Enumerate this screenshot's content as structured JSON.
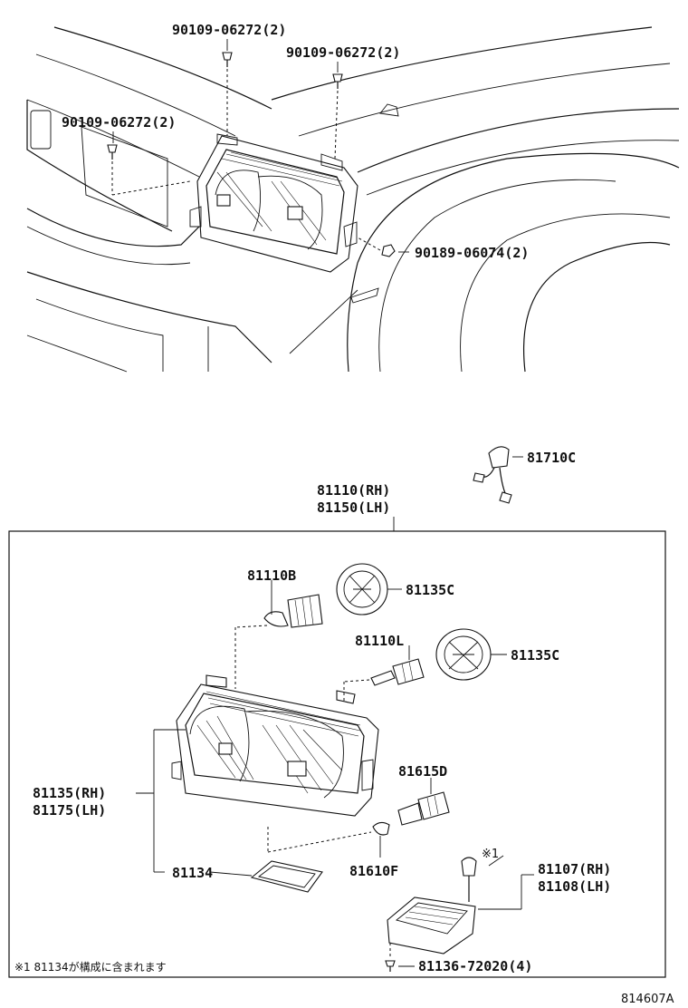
{
  "labels": {
    "bolt_a": "90109-06272(2)",
    "bolt_b": "90109-06272(2)",
    "bolt_c": "90109-06272(2)",
    "nut": "90189-06074(2)",
    "wire": "81710C",
    "assy_rh": "81110(RH)",
    "assy_lh": "81150(LH)",
    "bulb_b": "81110B",
    "cover_c1": "81135C",
    "bulb_l": "81110L",
    "cover_c2": "81135C",
    "unit_rh": "81135(RH)",
    "unit_lh": "81175(LH)",
    "socket": "81615D",
    "gasket": "81134",
    "bulb_f": "81610F",
    "mark": "※1",
    "ballast_rh": "81107(RH)",
    "ballast_lh": "81108(LH)",
    "screw": "81136-72020(4)"
  },
  "footnote": "※1 81134が構成に含まれます",
  "diagram_code": "814607A"
}
